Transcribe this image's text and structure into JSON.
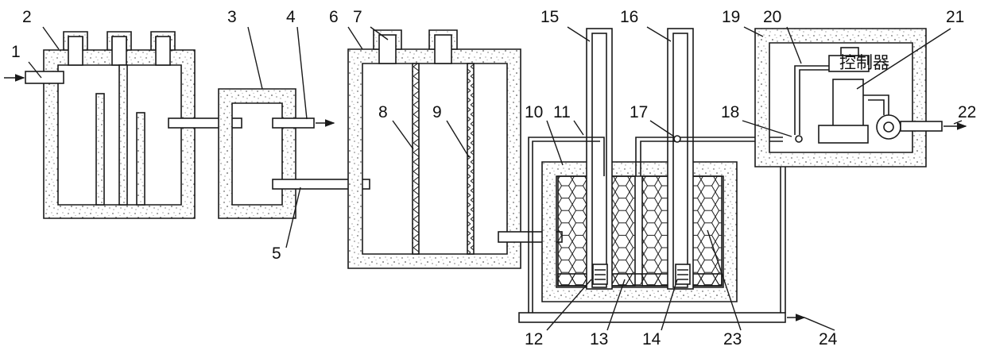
{
  "callouts": [
    "1",
    "2",
    "3",
    "4",
    "5",
    "6",
    "7",
    "8",
    "9",
    "10",
    "11",
    "12",
    "13",
    "14",
    "15",
    "16",
    "17",
    "18",
    "19",
    "20",
    "21",
    "22",
    "23",
    "24"
  ],
  "device_labels": {
    "control_box": "控制器"
  },
  "colors": {
    "line": "#1a1a1a",
    "concrete_fill": "#ffffff",
    "speckle": "#2b2b2b",
    "background": "#ffffff"
  }
}
